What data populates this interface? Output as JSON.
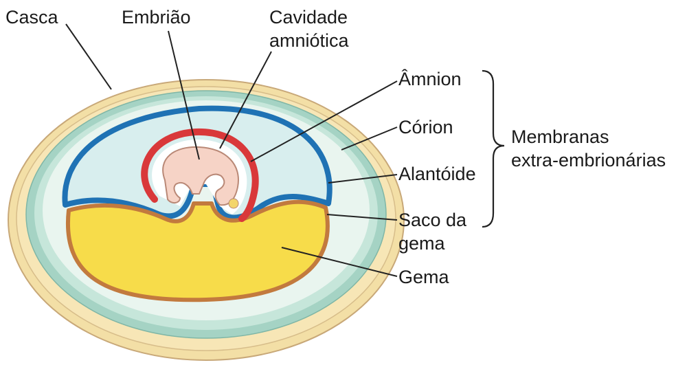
{
  "diagram": {
    "labels": {
      "shell": "Casca",
      "embryo": "Embrião",
      "amniotic_cavity_line1": "Cavidade",
      "amniotic_cavity_line2": "amniótica",
      "amnion": "Âmnion",
      "chorion": "Córion",
      "allantois": "Alantóide",
      "yolk_sac_line1": "Saco da",
      "yolk_sac_line2": "gema",
      "yolk": "Gema",
      "membranes_line1": "Membranas",
      "membranes_line2": "extra-embrionárias"
    },
    "colors": {
      "shell": "#f3dfa6",
      "shell_outline": "#c8a878",
      "chorion_ring": "#9fd0c0",
      "albumen": "#e6f3ee",
      "allantois_fill": "#d9efef",
      "allantois_border": "#1f72b4",
      "yolk": "#f7dc4a",
      "yolk_sac_border": "#c27a3e",
      "amnion": "#d9383a",
      "embryo": "#f6d3c6"
    }
  }
}
